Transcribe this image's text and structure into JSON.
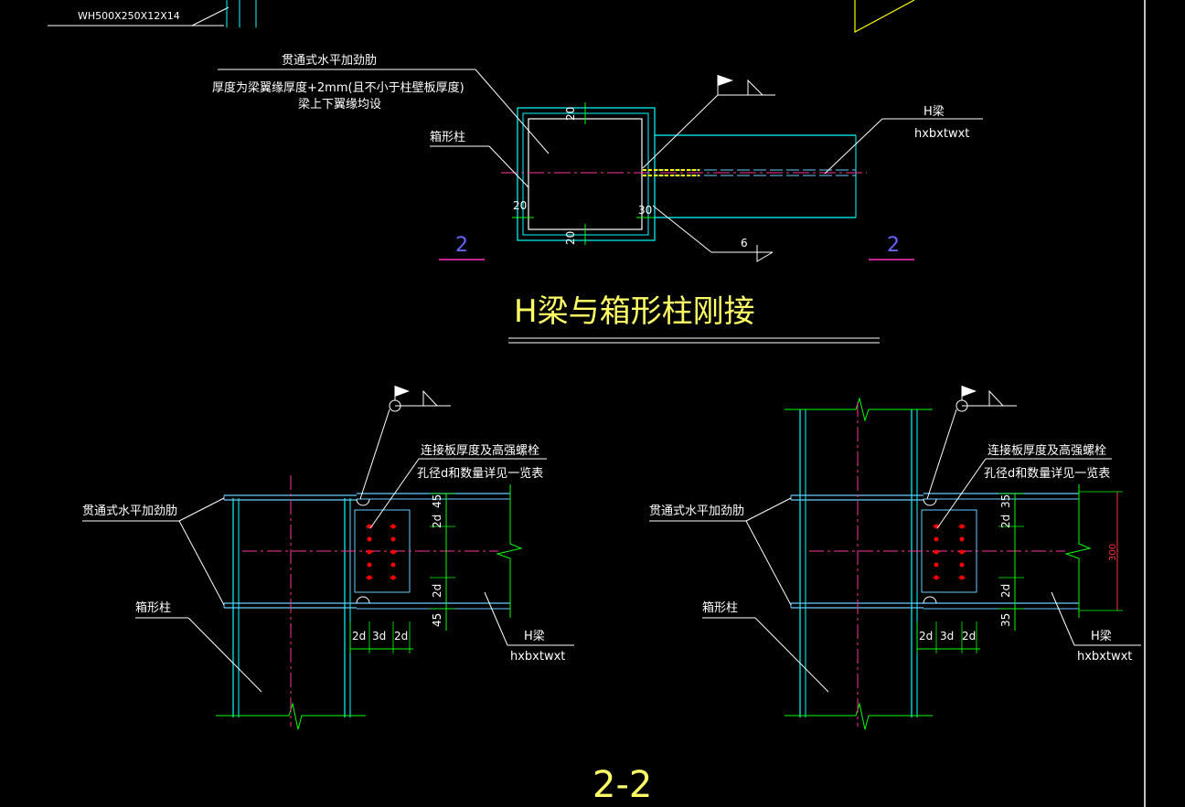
{
  "labels": {
    "beam_size_top": "WH500X250X12X14",
    "stiffener_name": "贯通式水平加劲肋",
    "stiffener_note_1": "厚度为梁翼缘厚度+2mm(且不小于柱壁板厚度)",
    "stiffener_note_2": "梁上下翼缘均设",
    "box_column": "箱形柱",
    "h_beam": "H梁",
    "beam_spec": "hxbxtwxt",
    "connection_note_1": "连接板厚度及高强螺栓",
    "connection_note_2": "孔径d和数量详见一览表",
    "title_plan": "H梁与箱形柱刚接",
    "section_title": "2-2",
    "section_mark": "2",
    "weld_size": "6"
  },
  "dimensions": {
    "wall_top": "20",
    "wall_left": "20",
    "wall_bottom": "20",
    "wall_right": "30",
    "left_detail": {
      "top_edge": "2d",
      "top_offset": "45",
      "bottom_edge": "2d",
      "bottom_offset": "45",
      "horizontal": [
        "2d",
        "3d",
        "2d"
      ]
    },
    "right_detail": {
      "top_edge": "2d",
      "top_offset": "35",
      "bottom_edge": "2d",
      "bottom_offset": "35",
      "horizontal": [
        "2d",
        "3d",
        "2d"
      ],
      "beam_depth": "300"
    }
  },
  "colors": {
    "background": "#000000",
    "column": "#00ffff",
    "beam": "#66ccff",
    "dimension": "#00ff00",
    "center_line": "#ff3399",
    "bolt": "#ff0000",
    "leader": "#ffffff",
    "title": "#ffff66",
    "section_mark": "#6666ff",
    "border": "#ffffff"
  }
}
